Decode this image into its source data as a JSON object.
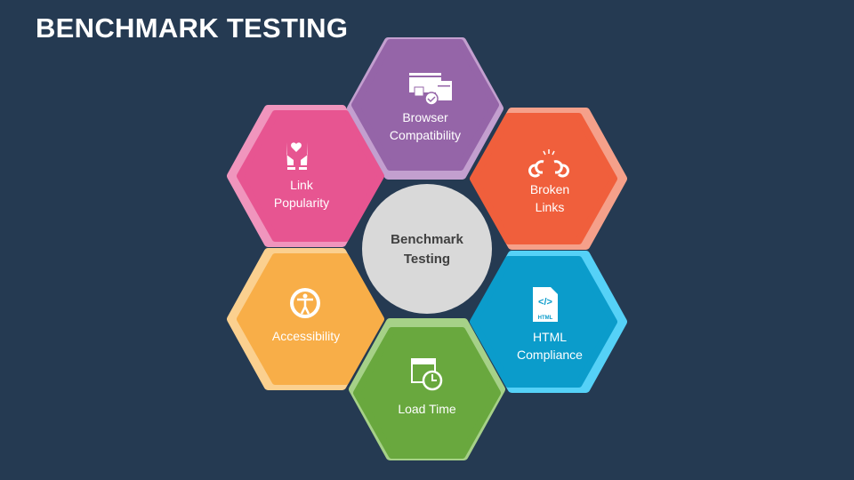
{
  "title": "BENCHMARK TESTING",
  "center": {
    "line1": "Benchmark",
    "line2": "Testing"
  },
  "items": [
    {
      "line1": "Browser",
      "line2": "Compatibility",
      "icon": "browser-windows-icon",
      "color": "#9565a8",
      "light": "#c39fcf"
    },
    {
      "line1": "Broken",
      "line2": "Links",
      "icon": "broken-link-icon",
      "color": "#f05f3c",
      "light": "#f5a08a"
    },
    {
      "line1": "HTML",
      "line2": "Compliance",
      "icon": "html-file-icon",
      "color": "#0b9ccb",
      "light": "#55d1f7"
    },
    {
      "line1": "Load Time",
      "line2": "",
      "icon": "calendar-clock-icon",
      "color": "#69a83e",
      "light": "#a6d188"
    },
    {
      "line1": "Accessibility",
      "line2": "",
      "icon": "accessibility-icon",
      "color": "#f8ae48",
      "light": "#fbd08f"
    },
    {
      "line1": "Link",
      "line2": "Popularity",
      "icon": "hands-heart-icon",
      "color": "#e75591",
      "light": "#f095bd"
    }
  ],
  "html_icon_text": "HTML"
}
